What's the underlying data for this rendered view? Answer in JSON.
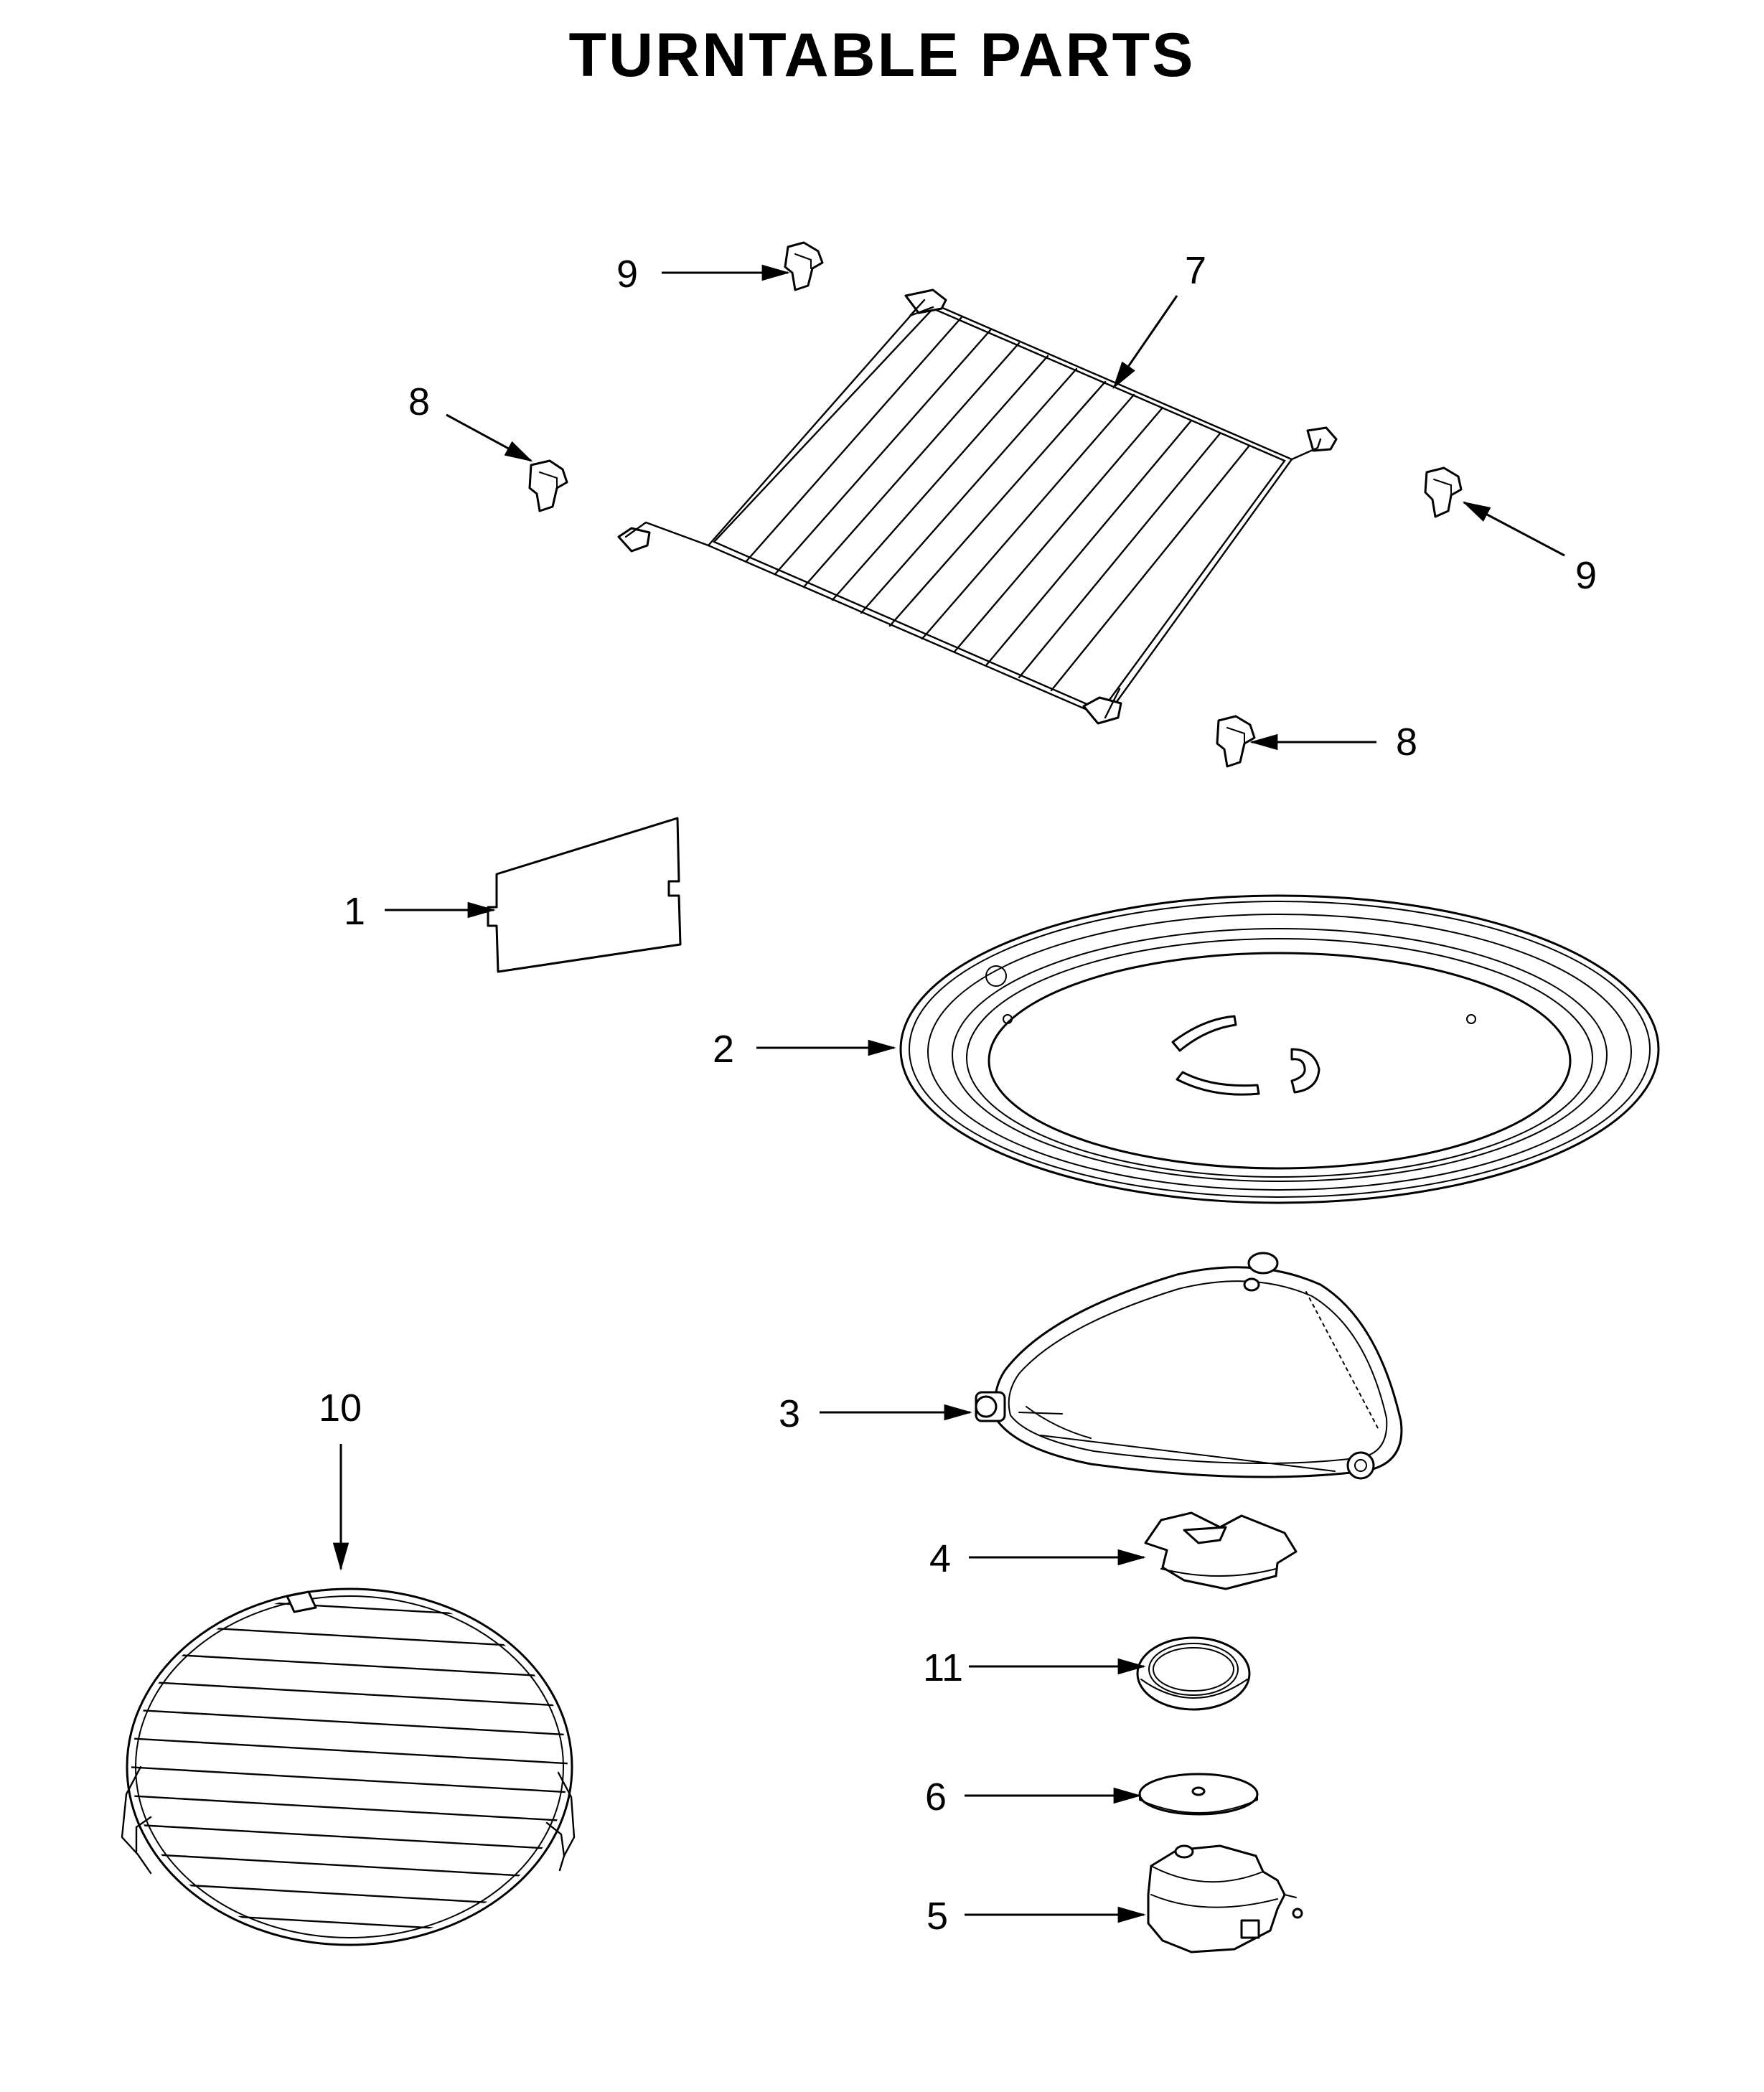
{
  "title": "TURNTABLE PARTS",
  "callouts": {
    "c1": "1",
    "c2": "2",
    "c3": "3",
    "c4": "4",
    "c5": "5",
    "c6": "6",
    "c7": "7",
    "c8a": "8",
    "c8b": "8",
    "c9a": "9",
    "c9b": "9",
    "c10": "10",
    "c11": "11"
  }
}
